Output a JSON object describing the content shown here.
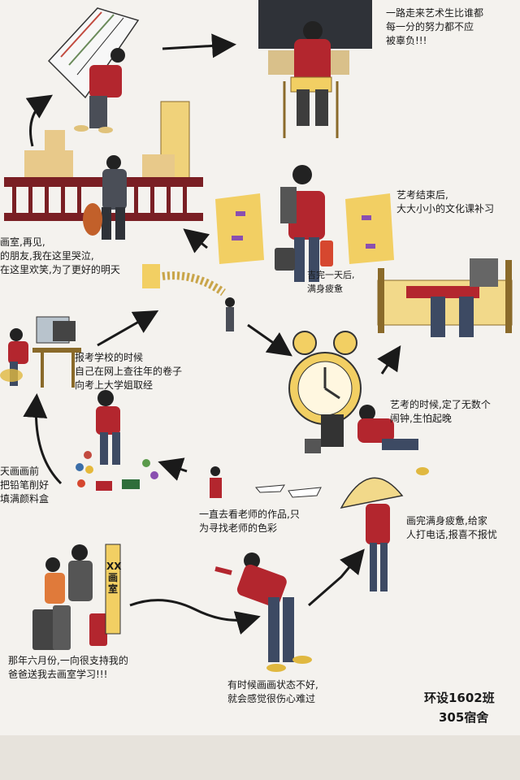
{
  "captions": {
    "top_right": {
      "lines": [
        "一路走来艺术生比谁都",
        "每一分的努力都不应",
        "被辜负!!!"
      ]
    },
    "after_exam": {
      "lines": [
        "艺考结束后,",
        "大大小小的文化课补习"
      ]
    },
    "gift_line": {
      "lines": [
        "吉完一天后,",
        "满身疲惫"
      ]
    },
    "studio": {
      "lines": [
        "画室,再见,",
        "的朋友,我在这里哭泣,",
        "在这里欢笑,为了更好的明天"
      ]
    },
    "search_school": {
      "lines": [
        "报考学校的时候",
        "自己在网上查往年的卷子",
        "向考上大学姐取经"
      ]
    },
    "alarm": {
      "lines": [
        "艺考的时候,定了无数个",
        "闹钟,生怕起晚"
      ]
    },
    "supplies": {
      "lines": [
        "天画画前",
        "把铅笔削好",
        "填满颜料盒"
      ]
    },
    "teacher_works": {
      "lines": [
        "一直去看老师的作品,只",
        "为寻找老师的色彩"
      ]
    },
    "tired": {
      "lines": [
        "画完满身疲惫,给家",
        "人打电话,报喜不报忧"
      ]
    },
    "parents": {
      "lines": [
        "那年六月份,一向很支持我的",
        "爸爸送我去画室学习!!!"
      ]
    },
    "bad_drawing": {
      "lines": [
        "有时候画画状态不好,",
        "就会感觉很伤心难过"
      ]
    }
  },
  "signs": {
    "studio_post": "XX画室"
  },
  "signature": {
    "line1": "环设1602班",
    "line2": "305宿舍"
  },
  "colors": {
    "paper": "#f4f2ee",
    "ink": "#1a1a1a",
    "red": "#b3262e",
    "yellow": "#f2cf63",
    "grey": "#4a4e57"
  }
}
